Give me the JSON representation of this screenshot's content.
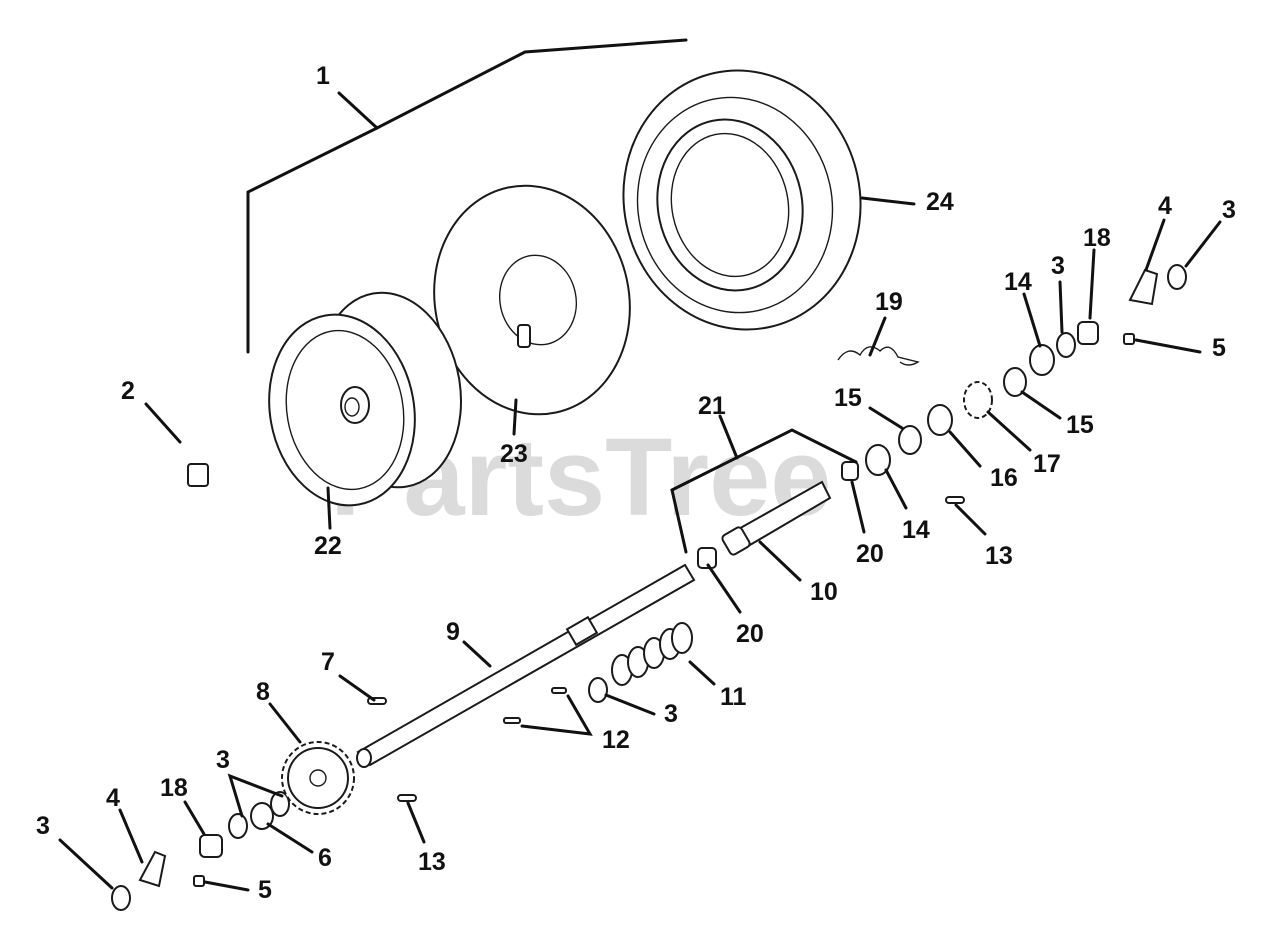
{
  "watermark": "PartsTree",
  "callouts": [
    "1",
    "2",
    "3",
    "4",
    "5",
    "6",
    "7",
    "8",
    "9",
    "10",
    "11",
    "12",
    "13",
    "14",
    "15",
    "16",
    "17",
    "18",
    "19",
    "20",
    "21",
    "22",
    "23",
    "24"
  ]
}
